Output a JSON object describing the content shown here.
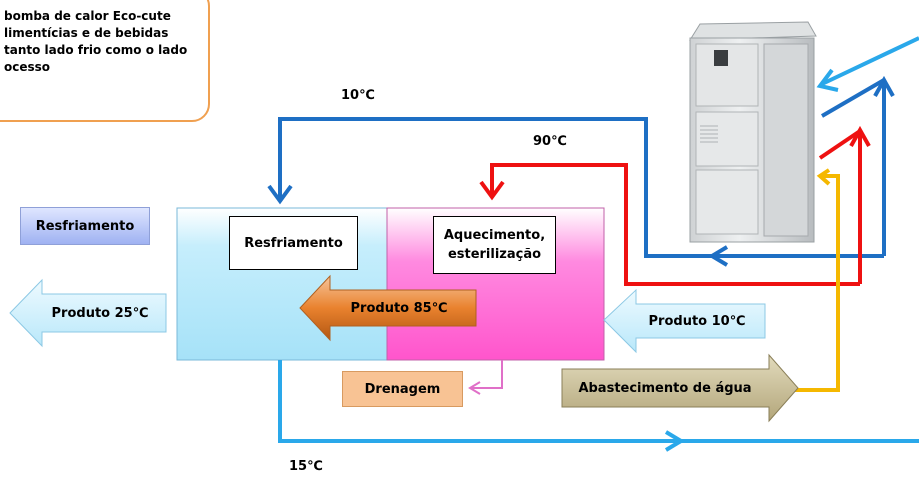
{
  "note": {
    "line1": "bomba de calor Eco-cute",
    "line2": "limentícias e de bebidas",
    "line3": "tanto lado frio como o lado",
    "line4": "ocesso"
  },
  "labels": {
    "resfriamento_tag": "Resfriamento",
    "resfriamento_box": "Resfriamento",
    "aquecimento_box": "Aquecimento,\nesterilização",
    "drenagem": "Drenagem"
  },
  "temperatures": {
    "t10_top": "10℃",
    "t90": "90℃",
    "t15": "15℃"
  },
  "arrows": {
    "produto_out": "Produto  25℃",
    "produto_mid": "Produto  85℃",
    "produto_in": "Produto  10℃",
    "water_supply": "Abastecimento de água"
  },
  "colors": {
    "cold_line": "#1e6fc4",
    "hot_line": "#ee1111",
    "supply_line": "#f5b800",
    "return_line": "#2aa8ea",
    "drain_line": "#e070c8",
    "note_border": "#f0a050"
  }
}
